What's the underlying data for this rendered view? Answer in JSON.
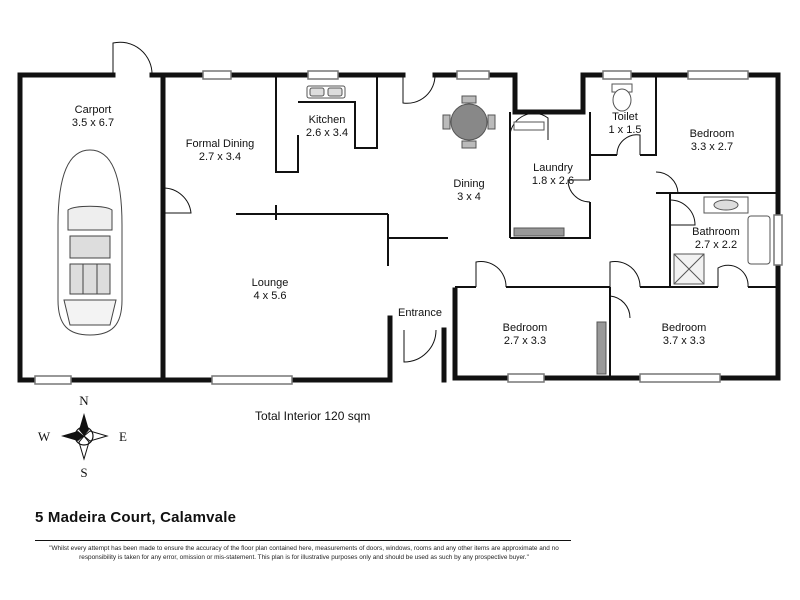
{
  "rooms": {
    "carport": {
      "name": "Carport",
      "size": "3.5 x 6.7"
    },
    "formal_dining": {
      "name": "Formal Dining",
      "size": "2.7 x 3.4"
    },
    "kitchen": {
      "name": "Kitchen",
      "size": "2.6 x 3.4"
    },
    "dining": {
      "name": "Dining",
      "size": "3 x 4"
    },
    "laundry": {
      "name": "Laundry",
      "size": "1.8 x 2.6"
    },
    "toilet": {
      "name": "Toilet",
      "size": "1 x 1.5"
    },
    "bedroom_ne": {
      "name": "Bedroom",
      "size": "3.3 x 2.7"
    },
    "bathroom": {
      "name": "Bathroom",
      "size": "2.7 x 2.2"
    },
    "lounge": {
      "name": "Lounge",
      "size": "4 x 5.6"
    },
    "entrance": {
      "name": "Entrance"
    },
    "bedroom_s1": {
      "name": "Bedroom",
      "size": "2.7 x 3.3"
    },
    "bedroom_s2": {
      "name": "Bedroom",
      "size": "3.7 x 3.3"
    }
  },
  "compass": {
    "n": "N",
    "s": "S",
    "e": "E",
    "w": "W"
  },
  "total_interior": "Total Interior 120 sqm",
  "address": "5 Madeira Court, Calamvale",
  "disclaimer": "\"Whilst every attempt has been made to ensure the accuracy of the floor plan contained here, measurements of doors, windows, rooms and any other items are approximate and no responsibility is taken for any error, omission or mis-statement. This plan is for illustrative purposes only and should be used as such by any prospective buyer.\"",
  "colors": {
    "wall": "#111111",
    "fixture": "#555555",
    "window": "#888888"
  }
}
